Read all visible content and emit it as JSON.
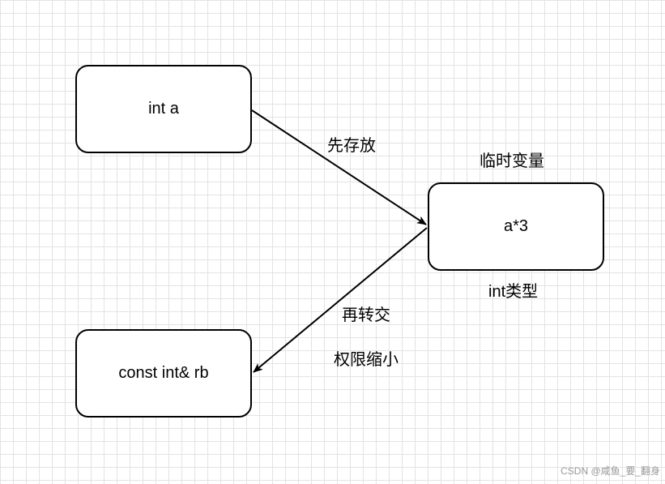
{
  "nodes": {
    "int_a": "int a",
    "temp": "a*3",
    "const_ref": "const int& rb"
  },
  "labels": {
    "store_first": "先存放",
    "temp_var": "临时变量",
    "int_type": "int类型",
    "then_convert": "再转交",
    "narrow_perm": "权限缩小"
  },
  "watermark": "CSDN @咸鱼_要_翻身",
  "colors": {
    "stroke": "#000000",
    "grid": "#e3e3e3",
    "background": "#ffffff"
  }
}
